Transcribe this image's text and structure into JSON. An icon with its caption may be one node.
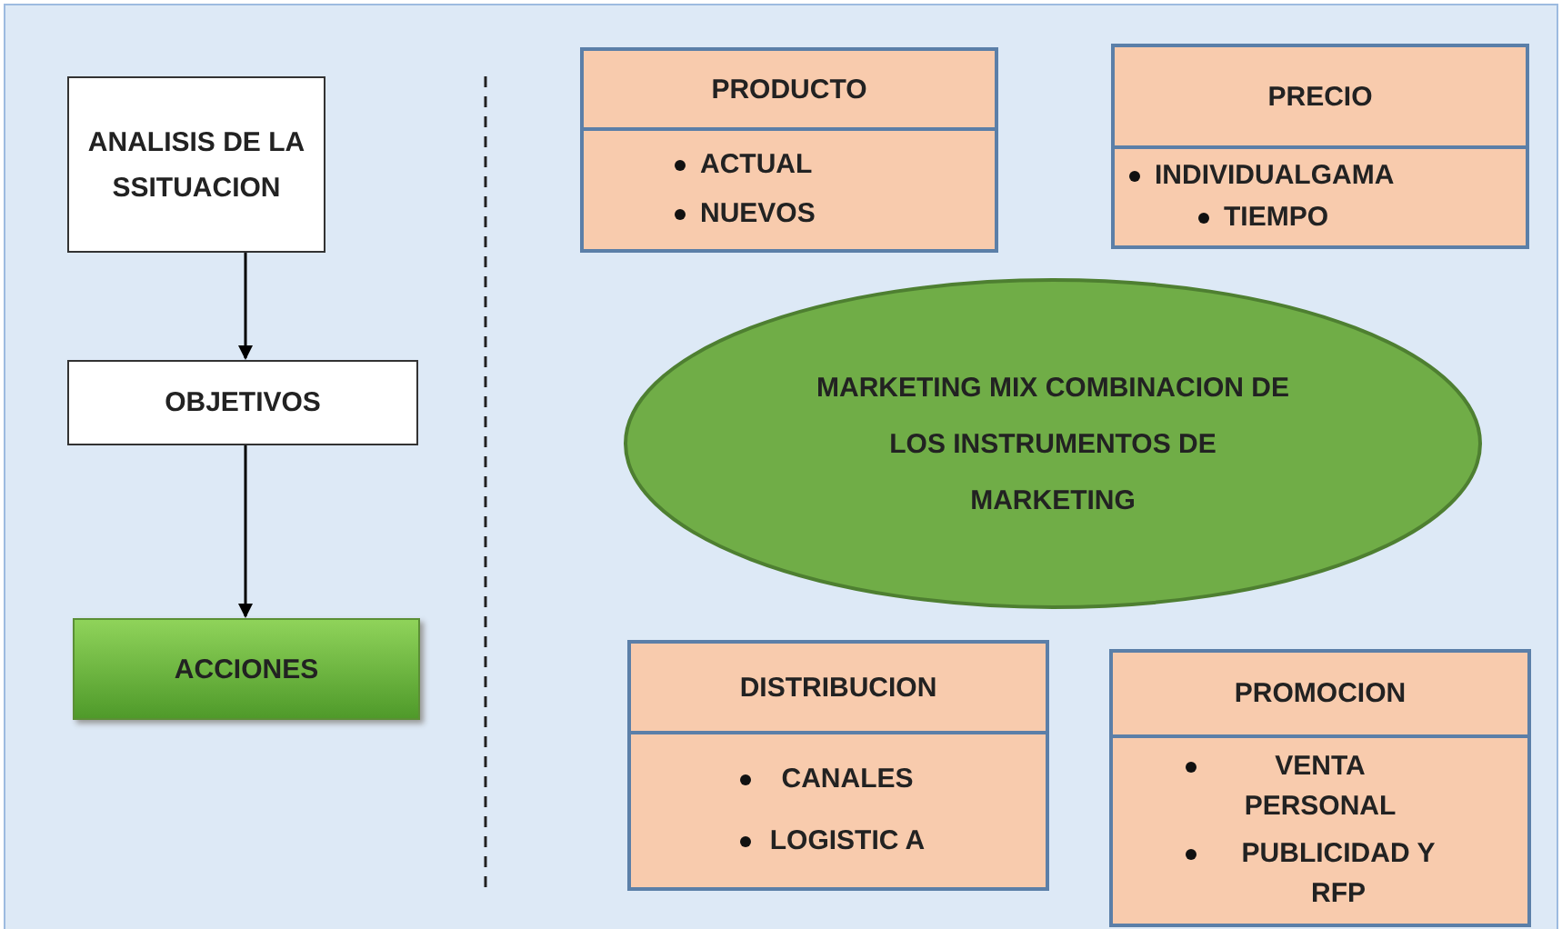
{
  "diagram": {
    "nodes": [
      {
        "text": [
          "ANALISIS DE LA SSITUACION"
        ]
      },
      {
        "text": [
          "OBJETIVOS"
        ]
      },
      {
        "text": [
          "ACCIONES"
        ]
      },
      {
        "text": [
          "PRODUCTO",
          "ACTUAL",
          "NUEVOS"
        ]
      },
      {
        "text": [
          "PRECIO",
          "INDIVIDUALGAMA",
          "TIEMPO"
        ]
      },
      {
        "text": [
          "MARKETING MIX COMBINACION DE LOS INSTRUMENTOS DE MARKETING"
        ]
      },
      {
        "text": [
          "DISTRIBUCION",
          "CANALES",
          "LOGISTIC A"
        ]
      },
      {
        "text": [
          "PROMOCION",
          "VENTA PERSONAL",
          "PUBLICIDAD Y RFP"
        ]
      }
    ],
    "edges": [
      {
        "from": 0,
        "to": 1,
        "arrow": "to"
      },
      {
        "from": 1,
        "to": 2,
        "arrow": "to"
      }
    ]
  }
}
